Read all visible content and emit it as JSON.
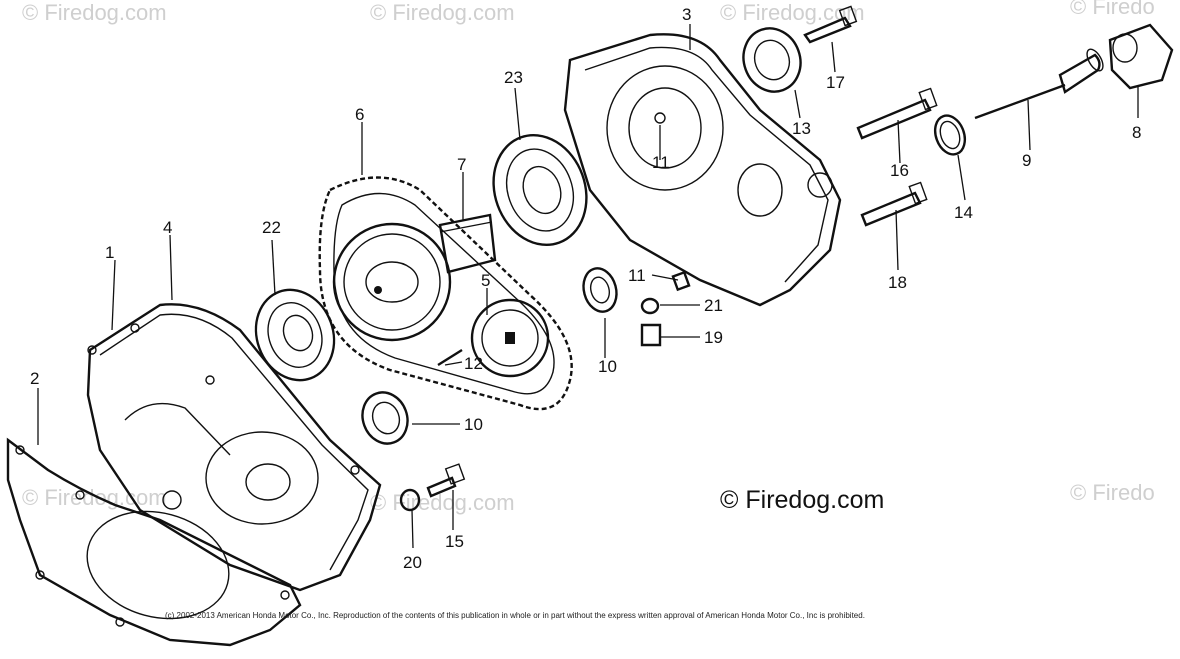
{
  "watermarks": [
    "© Firedog.com",
    "© Firedog.com",
    "© Firedog.com",
    "© Firedo",
    "© Firedog.com",
    "© Firedog.com",
    "© Firedo"
  ],
  "brand": "© Firedog.com",
  "copyright": "(c) 2002-2013 American Honda Motor Co., Inc. Reproduction of the contents of this publication in whole or in part without the express written approval of American Honda Motor Co., Inc is prohibited.",
  "callouts": [
    "1",
    "2",
    "3",
    "4",
    "5",
    "6",
    "7",
    "8",
    "9",
    "10",
    "10",
    "11",
    "11",
    "12",
    "13",
    "14",
    "15",
    "16",
    "17",
    "18",
    "19",
    "20",
    "21",
    "22",
    "23"
  ]
}
